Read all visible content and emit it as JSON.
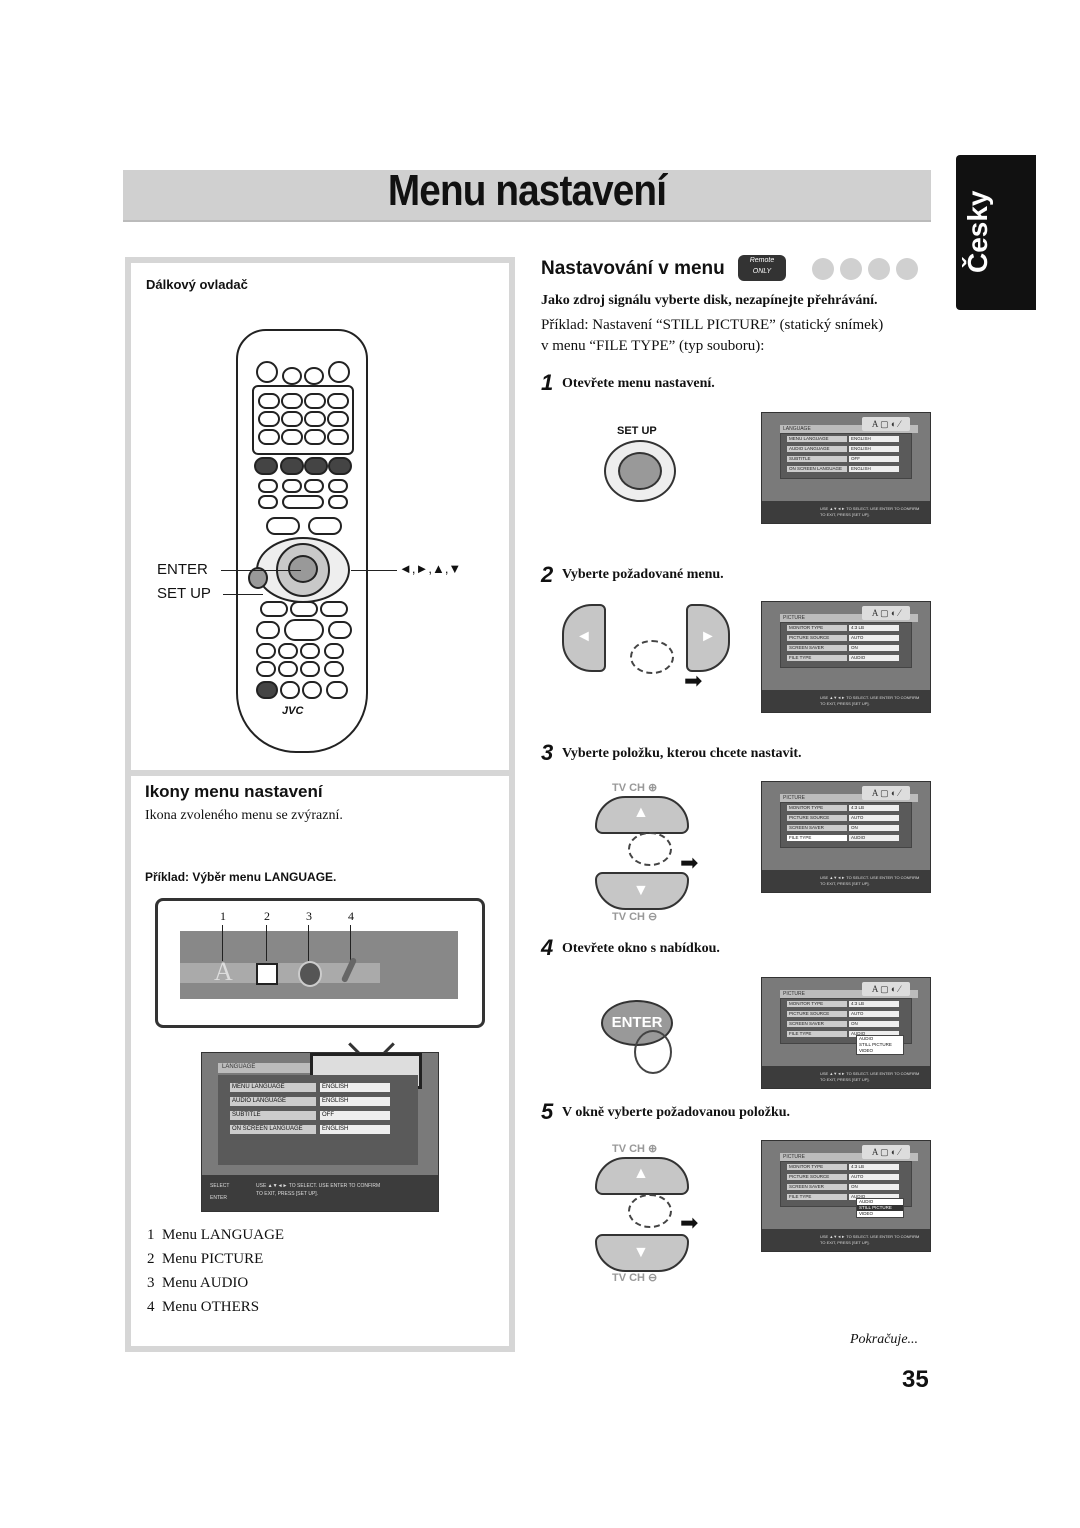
{
  "header": {
    "title": "Menu nastavení",
    "language_tab": "Česky"
  },
  "remote_panel": {
    "caption": "Dálkový ovladač",
    "label_enter": "ENTER",
    "label_setup": "SET UP",
    "label_arrows": "◄,►,▲,▼",
    "brand": "JVC"
  },
  "icons_panel": {
    "heading": "Ikony menu nastavení",
    "intro": "Ikona zvoleného menu se zvýrazní.",
    "example_label": "Příklad: Výběr menu LANGUAGE.",
    "callouts": [
      "1",
      "2",
      "3",
      "4"
    ],
    "legend": [
      {
        "num": "1",
        "text": "Menu LANGUAGE"
      },
      {
        "num": "2",
        "text": "Menu PICTURE"
      },
      {
        "num": "3",
        "text": "Menu AUDIO"
      },
      {
        "num": "4",
        "text": "Menu OTHERS"
      }
    ]
  },
  "section": {
    "heading": "Nastavování v menu",
    "badge_top": "Remote",
    "badge_bottom": "ONLY",
    "intro_bold": "Jako zdroj signálu vyberte disk, nezapínejte přehrávání.",
    "intro_line1": "Příklad: Nastavení “STILL PICTURE” (statický snímek)",
    "intro_line2": "v menu “FILE TYPE” (typ souboru):"
  },
  "steps": [
    {
      "num": "1",
      "text": "Otevřete menu nastavení.",
      "button": "SET UP"
    },
    {
      "num": "2",
      "text": "Vyberte požadované menu."
    },
    {
      "num": "3",
      "text": "Vyberte položku, kterou chcete nastavit.",
      "tv_up": "TV CH ⊕",
      "tv_down": "TV CH ⊖"
    },
    {
      "num": "4",
      "text": "Otevřete okno s nabídkou.",
      "button": "ENTER"
    },
    {
      "num": "5",
      "text": "V okně vyberte požadovanou položku.",
      "tv_up": "TV CH ⊕",
      "tv_down": "TV CH ⊖"
    }
  ],
  "osd": {
    "language": {
      "title": "LANGUAGE",
      "rows": [
        {
          "k": "MENU LANGUAGE",
          "v": "ENGLISH"
        },
        {
          "k": "AUDIO LANGUAGE",
          "v": "ENGLISH"
        },
        {
          "k": "SUBTITLE",
          "v": "OFF"
        },
        {
          "k": "ON SCREEN LANGUAGE",
          "v": "ENGLISH"
        }
      ]
    },
    "picture": {
      "title": "PICTURE",
      "rows": [
        {
          "k": "MONITOR TYPE",
          "v": "4:3 LB"
        },
        {
          "k": "PICTURE SOURCE",
          "v": "AUTO"
        },
        {
          "k": "SCREEN SAVER",
          "v": "ON"
        },
        {
          "k": "FILE TYPE",
          "v": "AUDIO"
        }
      ],
      "popup": [
        "AUDIO",
        "STILL PICTURE",
        "VIDEO"
      ]
    },
    "footer_select": "SELECT",
    "footer_enter": "ENTER",
    "footer_help1": "USE ▲▼◄► TO SELECT.  USE ENTER TO CONFIRM",
    "footer_help2": "TO EXIT, PRESS [SET UP]."
  },
  "footer": {
    "continues": "Pokračuje...",
    "page_number": "35"
  }
}
